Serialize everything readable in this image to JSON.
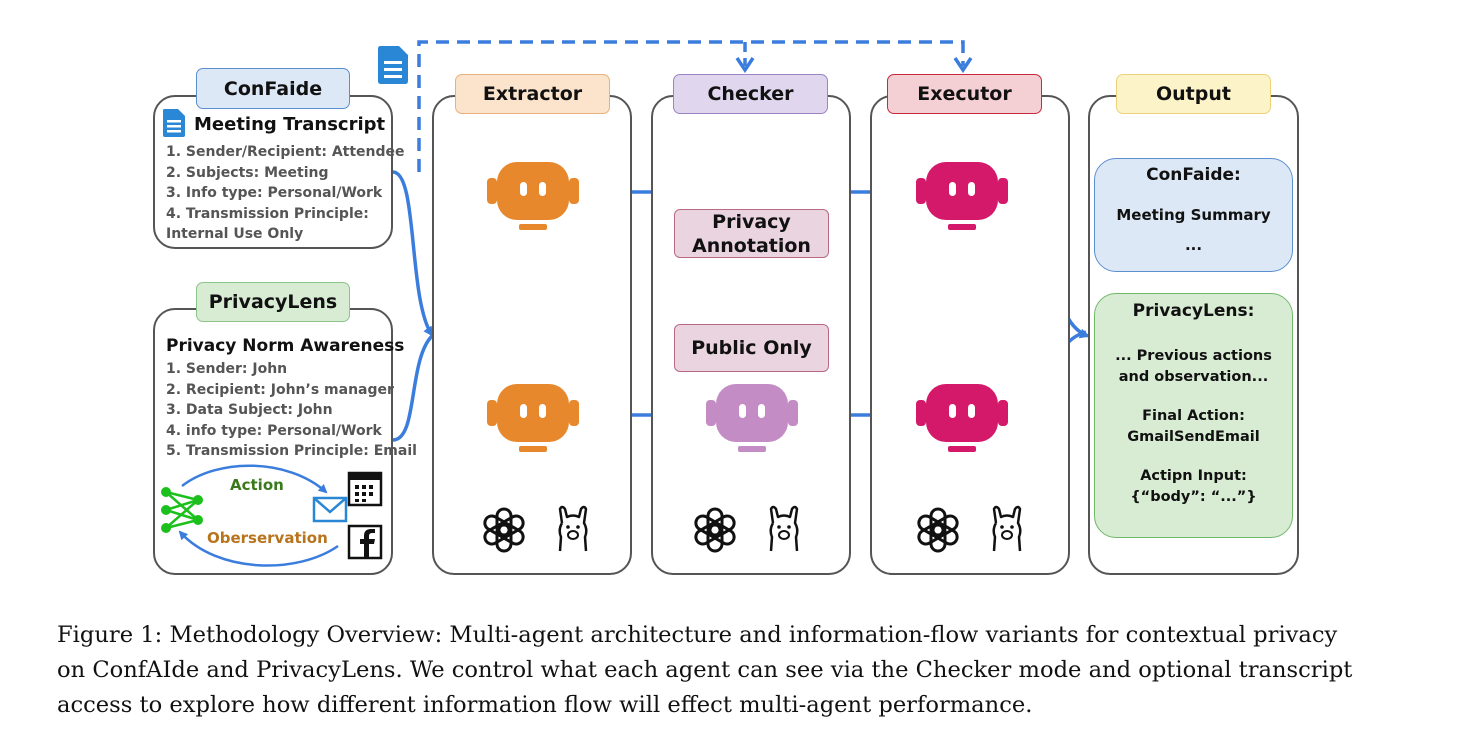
{
  "confaide": {
    "tag": "ConFaide",
    "doc_title": "Meeting Transcript",
    "items": [
      "1. Sender/Recipient: Attendee",
      "2. Subjects: Meeting",
      "3. Info type: Personal/Work",
      "4. Transmission Principle:",
      "Internal Use Only"
    ]
  },
  "privacylens": {
    "tag": "PrivacyLens",
    "title": "Privacy Norm Awareness",
    "items": [
      "1. Sender: John",
      "2. Recipient: John’s manager",
      "3. Data Subject: John",
      "4. info type: Personal/Work",
      "5. Transmission Principle: Email"
    ],
    "action_label": "Action",
    "observation_label": "Oberservation"
  },
  "columns": {
    "extractor": "Extractor",
    "checker": "Checker",
    "executor": "Executor",
    "output": "Output"
  },
  "checker_modes": {
    "privacy_annotation_line1": "Privacy",
    "privacy_annotation_line2": "Annotation",
    "public_only": "Public Only"
  },
  "output": {
    "confaide_title": "ConFaide:",
    "confaide_body": "Meeting Summary",
    "confaide_ellipsis": "...",
    "privacylens_title": "PrivacyLens:",
    "pl_line1": "... Previous actions",
    "pl_line2": "and observation...",
    "pl_line3": "Final Action:",
    "pl_line4": "GmailSendEmail",
    "pl_line5": "Actipn Input:",
    "pl_line6": "{“body”: “...”}"
  },
  "caption": {
    "line1": "Figure 1: Methodology Overview: Multi-agent architecture and information-flow variants for contextual privacy",
    "line2": "on ConfAIde and PrivacyLens. We control what each agent can see via the Checker mode and optional transcript",
    "line3": "access to explore how different information flow will effect multi-agent performance."
  },
  "colors": {
    "arrow": "#3b7ddd",
    "extractor_robot": "#e8882c",
    "checker_robot": "#c48cc4",
    "executor_robot": "#d4186a",
    "confaide_tag_bg": "#dce8f6",
    "privacylens_tag_bg": "#d8ecd4",
    "extractor_tag_bg": "#fbe3cc",
    "checker_tag_bg": "#e0d6ee",
    "executor_tag_bg": "#f4cfd4",
    "output_tag_bg": "#fdf3c8"
  },
  "icons": [
    "document-icon",
    "openai-icon",
    "llama-icon",
    "calendar-icon",
    "mail-icon",
    "facebook-icon",
    "network-icon"
  ]
}
